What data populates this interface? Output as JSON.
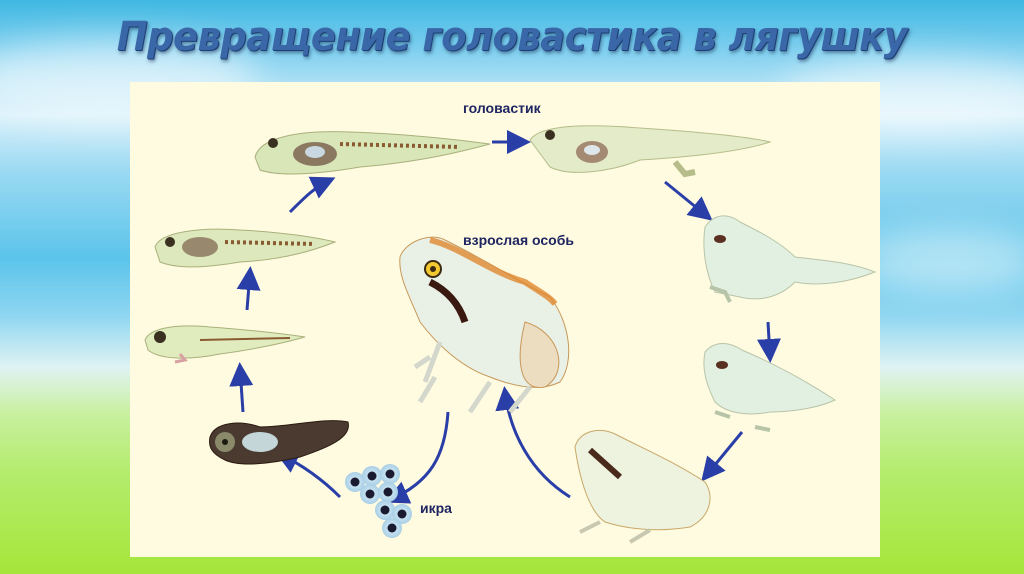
{
  "slide": {
    "title": "Превращение головастика в лягушку"
  },
  "diagram": {
    "type": "life-cycle",
    "labels": {
      "tadpole": "головастик",
      "adult": "взрослая особь",
      "eggs": "икра"
    },
    "stages": [
      "eggs",
      "embryo",
      "young-tadpole-with-gills",
      "tadpole-striped",
      "large-tadpole",
      "tadpole-with-hind-legs",
      "froglet-with-tail",
      "froglet-short-tail",
      "young-frog",
      "adult-frog"
    ],
    "colors": {
      "arrow": "#2a3ea8",
      "label": "#1e2560",
      "panel": "#fffbe1",
      "title": "#3a67a8"
    }
  }
}
